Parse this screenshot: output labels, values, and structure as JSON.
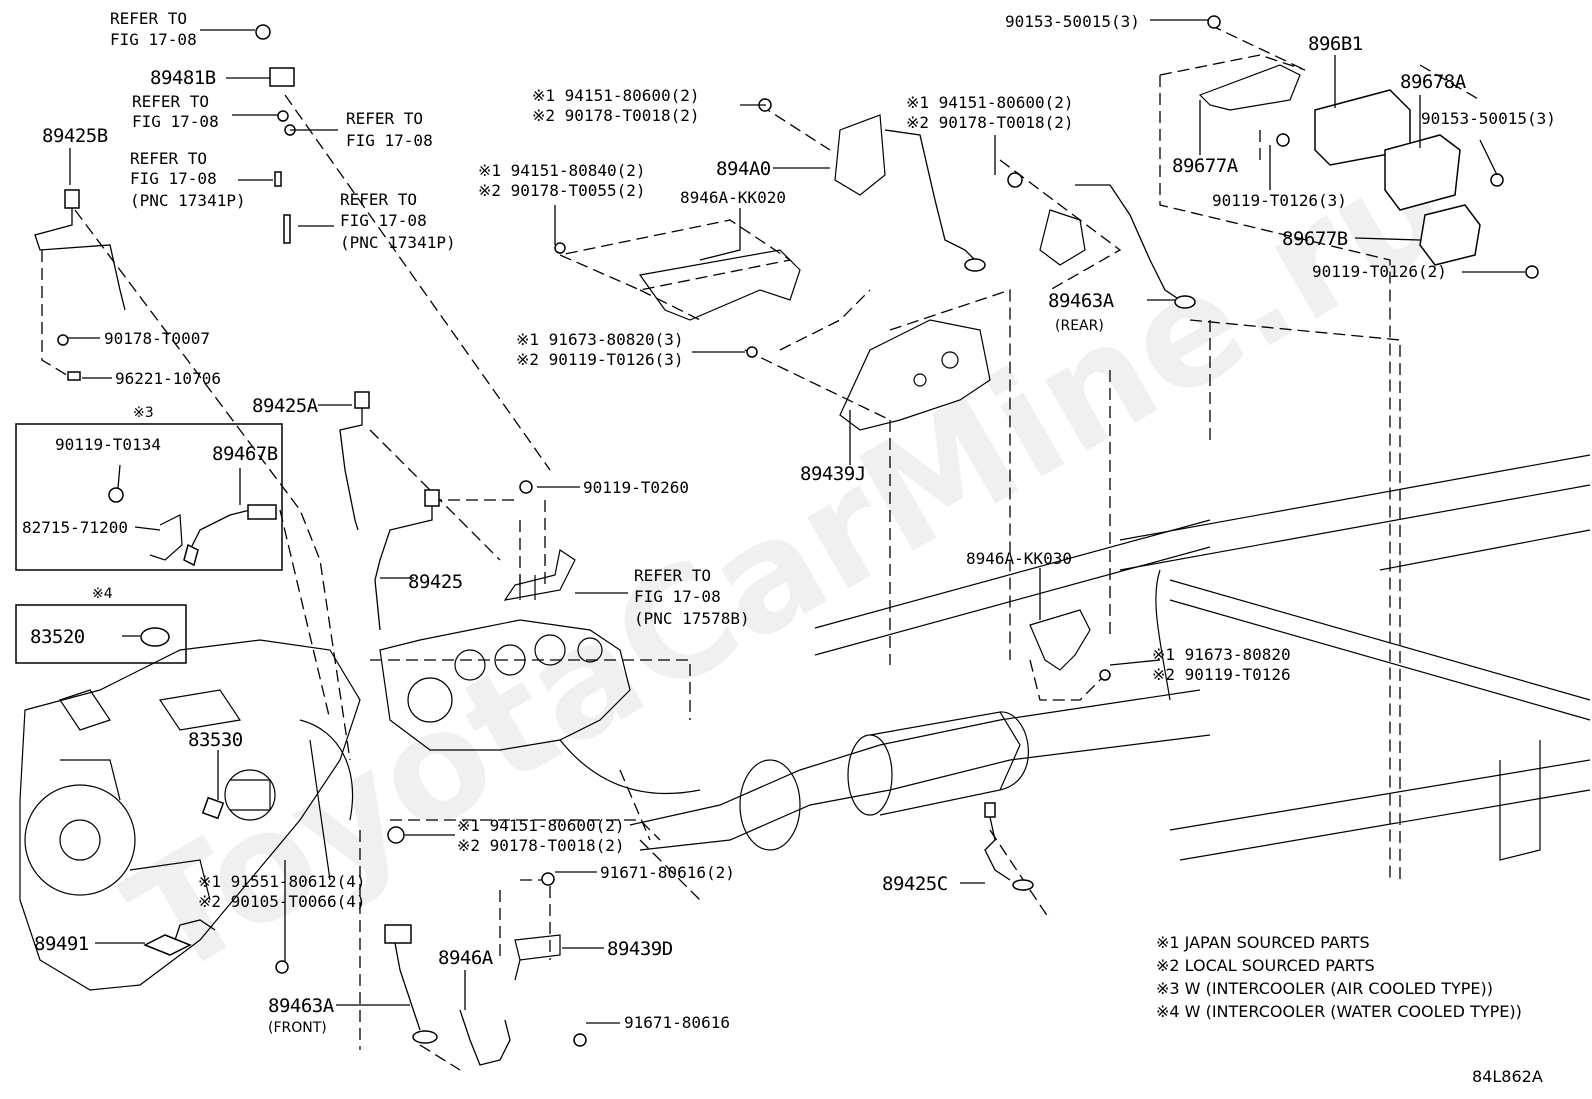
{
  "watermark": "ToyotaCarMine.ru",
  "diagram_code": "84L862A",
  "notes": [
    "※1 JAPAN SOURCED PARTS",
    "※2 LOCAL SOURCED PARTS",
    "※3 W (INTERCOOLER (AIR COOLED TYPE))",
    "※4 W (INTERCOOLER (WATER COOLED TYPE))"
  ],
  "inset3": {
    "tag": "※3",
    "parts": [
      "90119-T0134",
      "89467B",
      "82715-71200"
    ]
  },
  "inset4": {
    "tag": "※4",
    "parts": [
      "83520"
    ]
  },
  "refs": {
    "fig": "REFER TO",
    "fig_num": "FIG 17-08",
    "pnc_a": "(PNC 17341P)",
    "pnc_b": "(PNC 17578B)"
  },
  "labels": {
    "p89481B": "89481B",
    "p89425B": "89425B",
    "p90178_T0007": "90178-T0007",
    "p96221_10706": "96221-10706",
    "p89425A": "89425A",
    "p89425": "89425",
    "p90119_T0260": "90119-T0260",
    "p83530": "83530",
    "p89491": "89491",
    "p89463A_front": "89463A",
    "front": "(FRONT)",
    "p8946A": "8946A",
    "p89439D": "89439D",
    "p91671_80616": "91671-80616",
    "p91671_80616_2": "91671-80616(2)",
    "p89425C": "89425C",
    "p894A0": "894A0",
    "p8946A_KK020": "8946A-KK020",
    "p89439J": "89439J",
    "p8946A_KK030": "8946A-KK030",
    "p89463A_rear": "89463A",
    "rear": "(REAR)",
    "p896B1": "896B1",
    "p89678A": "89678A",
    "p89677A": "89677A",
    "p89677B": "89677B",
    "p90153_top": "90153-50015(3)",
    "p90153_right": "90153-50015(3)",
    "p90119_T0126_3": "90119-T0126(3)",
    "p90119_T0126_2": "90119-T0126(2)"
  },
  "pairs": {
    "a1": "※1 94151-80600(2)",
    "a2": "※2 90178-T0018(2)",
    "b1": "※1 94151-80600(2)",
    "b2": "※2 90178-T0018(2)",
    "c1": "※1 94151-80840(2)",
    "c2": "※2 90178-T0055(2)",
    "d1": "※1 91673-80820(3)",
    "d2": "※2 90119-T0126(3)",
    "e1": "※1 91673-80820",
    "e2": "※2 90119-T0126",
    "f1": "※1 94151-80600(2)",
    "f2": "※2 90178-T0018(2)",
    "g1": "※1 91551-80612(4)",
    "g2": "※2 90105-T0066(4)"
  }
}
